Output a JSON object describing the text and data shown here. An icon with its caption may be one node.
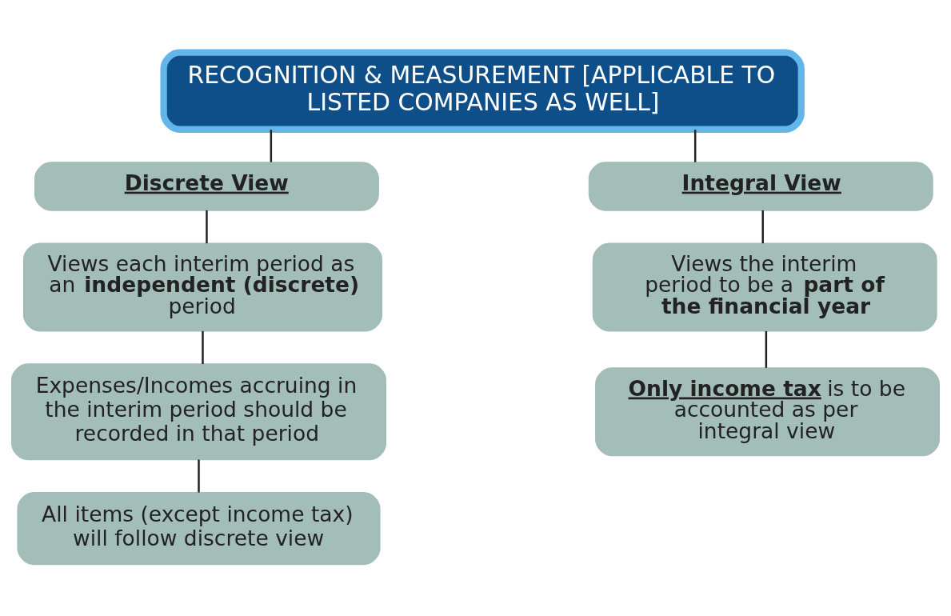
{
  "diagram": {
    "nodes": [
      {
        "text": [
          "RECOGNITION & MEASUREMENT [APPLICABLE TO LISTED COMPANIES AS WELL]"
        ]
      },
      {
        "text": [
          "Discrete View"
        ]
      },
      {
        "text": [
          "Views each interim period as an **independent (discrete)** period"
        ]
      },
      {
        "text": [
          "Expenses/Incomes accruing in the interim period should be recorded in that period"
        ]
      },
      {
        "text": [
          "All items (except income tax) will follow discrete view"
        ]
      },
      {
        "text": [
          "Integral View"
        ]
      },
      {
        "text": [
          "Views the interim period to be a **part of the financial year**"
        ]
      },
      {
        "text": [
          "**Only income tax** is to be accounted as per integral view"
        ]
      }
    ],
    "edges": [
      {
        "from": 0,
        "to": 1,
        "arrow": "none"
      },
      {
        "from": 0,
        "to": 5,
        "arrow": "none"
      },
      {
        "from": 1,
        "to": 2,
        "arrow": "none"
      },
      {
        "from": 2,
        "to": 3,
        "arrow": "none"
      },
      {
        "from": 3,
        "to": 4,
        "arrow": "none"
      },
      {
        "from": 5,
        "to": 6,
        "arrow": "none"
      },
      {
        "from": 6,
        "to": 7,
        "arrow": "none"
      }
    ]
  }
}
